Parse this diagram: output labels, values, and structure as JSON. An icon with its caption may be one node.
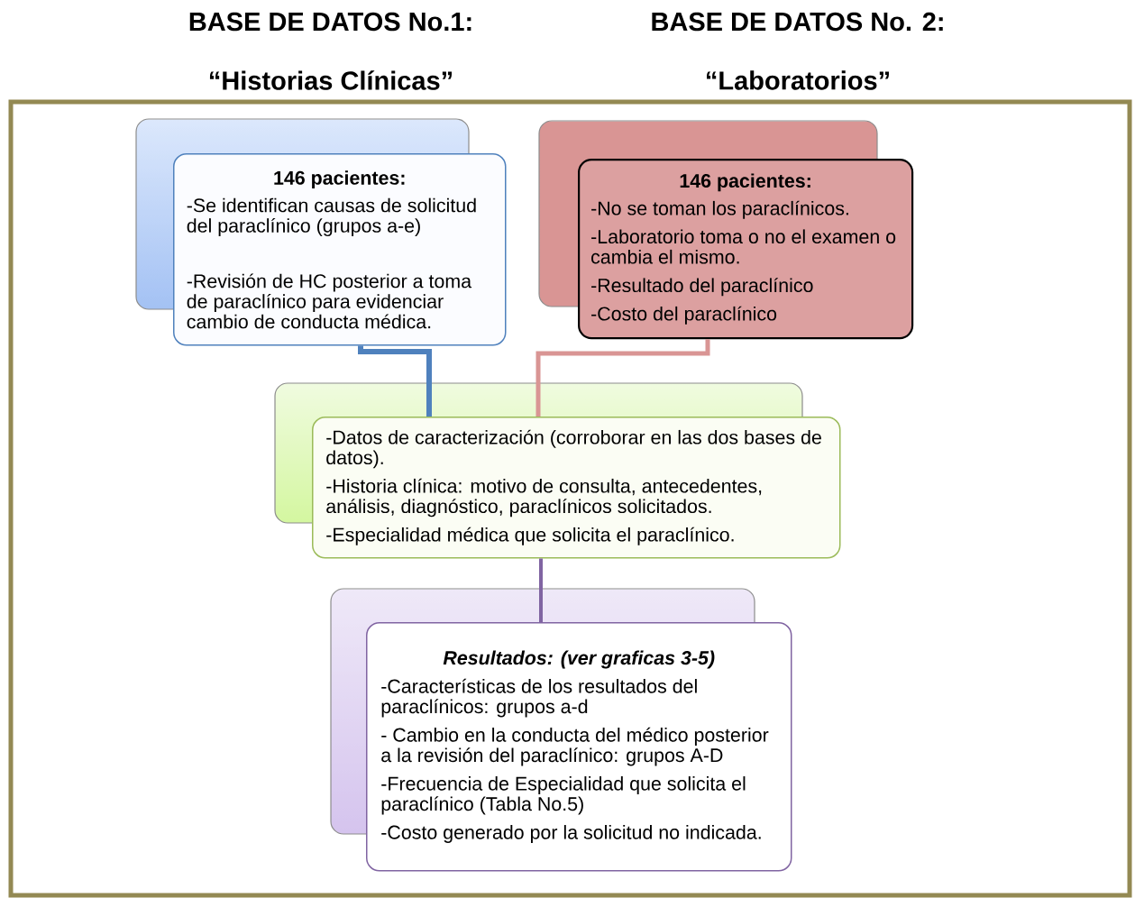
{
  "diagram": {
    "nodes": [
      {
        "text": [
          "146 pacientes:",
          "-Se identifican causas de solicitud del paraclínico (grupos a-e)",
          "-Revisión de HC posterior a toma de paraclínico para evidenciar cambio de conducta médica."
        ]
      },
      {
        "text": [
          "146 pacientes:",
          "-No se toman los paraclínicos.",
          "-Laboratorio toma o no el examen o cambia el mismo.",
          "-Resultado del paraclínico",
          "-Costo del paraclínico"
        ]
      },
      {
        "text": [
          "-Datos de caracterización (corroborar en las dos bases de datos).",
          "-Historia clínica: motivo de consulta, antecedentes, análisis, diagnóstico, paraclínicos solicitados.",
          "-Especialidad médica que solicita el paraclínico."
        ]
      },
      {
        "text": [
          "Resultados:  (ver graficas 3-5)",
          "-Características de los resultados del paraclínicos: grupos a-d",
          "- Cambio en la conducta del médico posterior a la revisión del paraclínico: grupos A-D",
          "-Frecuencia de Especialidad que solicita el paraclínico (Tabla No.5)",
          "-Costo generado por la solicitud no indicada."
        ]
      }
    ],
    "edges": [
      {
        "from": 0,
        "to": 2,
        "arrow": "none",
        "color": "#4f81bd"
      },
      {
        "from": 1,
        "to": 2,
        "arrow": "none",
        "color": "#d99594"
      },
      {
        "from": 2,
        "to": 3,
        "arrow": "none",
        "color": "#8064a2"
      }
    ],
    "labels": [
      "BASE DE DATOS No.1:",
      "BASE DE DATOS No. 2:",
      "“Historias Clínicas”",
      "“Laboratorios”"
    ]
  }
}
